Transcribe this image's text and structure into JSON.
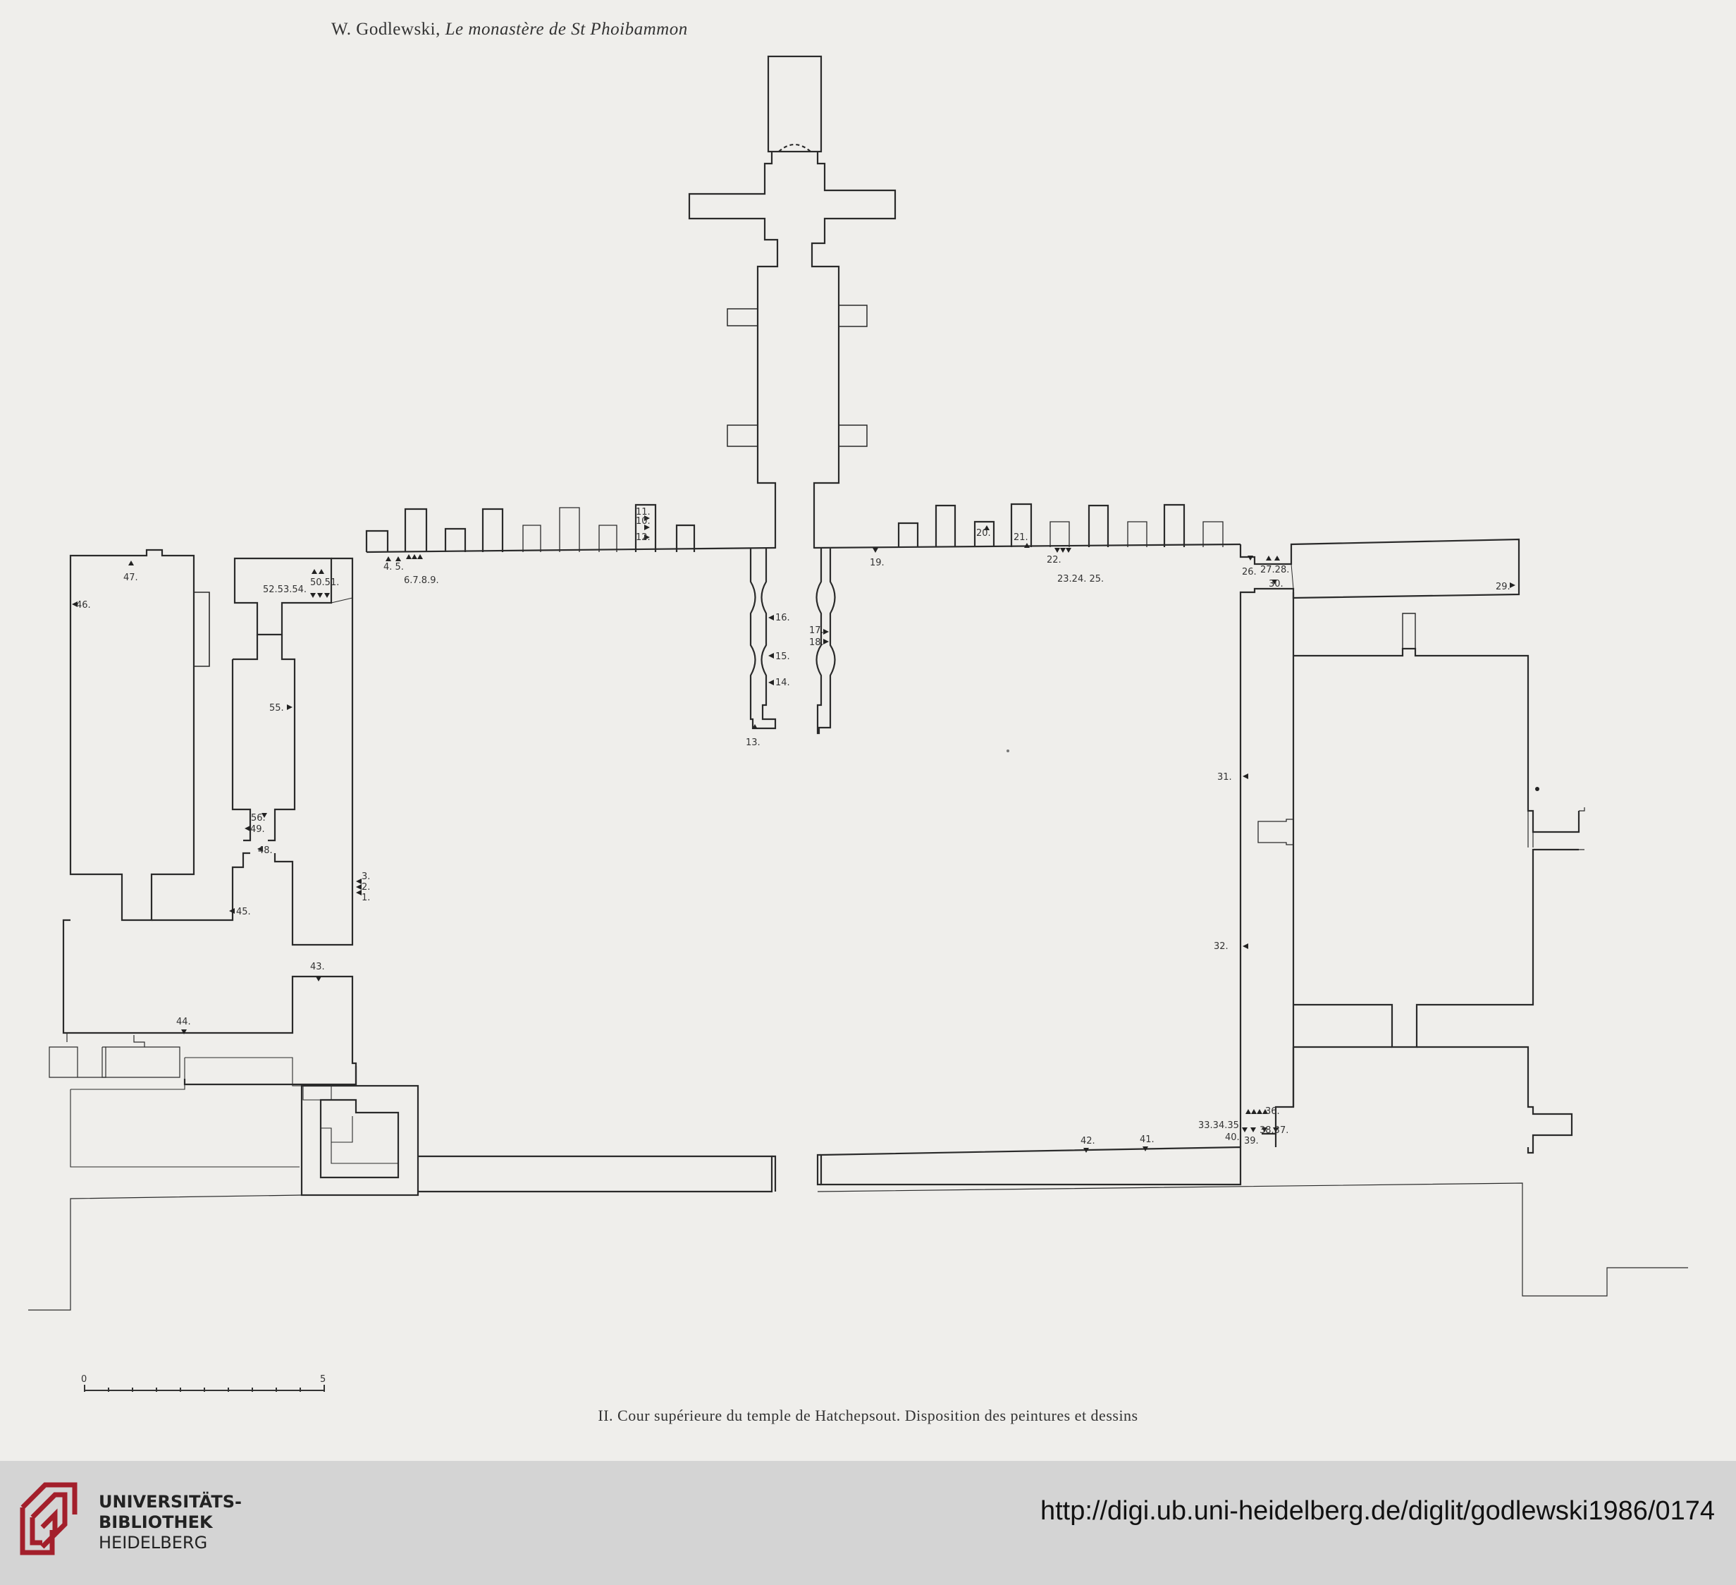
{
  "header": {
    "author": "W. Godlewski,",
    "title": "Le monastère de St Phoibammon"
  },
  "caption": "II. Cour supérieure du temple de Hatchepsout. Disposition des peintures et dessins",
  "scale": {
    "start": "0",
    "end": "5"
  },
  "labels": {
    "l1": "1.",
    "l2": "2.",
    "l3": "3.",
    "l45": "4. 5.",
    "l6789": "6.7.8.9.",
    "l10": "10.",
    "l11": "11.",
    "l12": "12.",
    "l13": "13.",
    "l14": "14.",
    "l15": "15.",
    "l16": "16.",
    "l17": "17.",
    "l18": "18.",
    "l19": "19.",
    "l20": "20.",
    "l21": "21.",
    "l22": "22.",
    "l232425": "23.24. 25.",
    "l26": "26.",
    "l2728": "27.28.",
    "l29": "29.",
    "l30": "30.",
    "l31": "31.",
    "l32": "32.",
    "l333435": "33.34.35.",
    "l36": "36.",
    "l3837": "38.37.",
    "l40": "40.",
    "l39": "39.",
    "l41": "41.",
    "l42": "42.",
    "l43": "43.",
    "l44": "44.",
    "l45b": "45.",
    "l46": "46.",
    "l47": "47.",
    "l48": "48.",
    "l49": "49.",
    "l5051": "50.51.",
    "l525354": "52.53.54.",
    "l55": "55.",
    "l56": "56."
  },
  "footer": {
    "org_line1": "UNIVERSITÄTS-",
    "org_line2": "BIBLIOTHEK",
    "org_line3": "HEIDELBERG",
    "url": "http://digi.ub.uni-heidelberg.de/diglit/godlewski1986/0174"
  }
}
